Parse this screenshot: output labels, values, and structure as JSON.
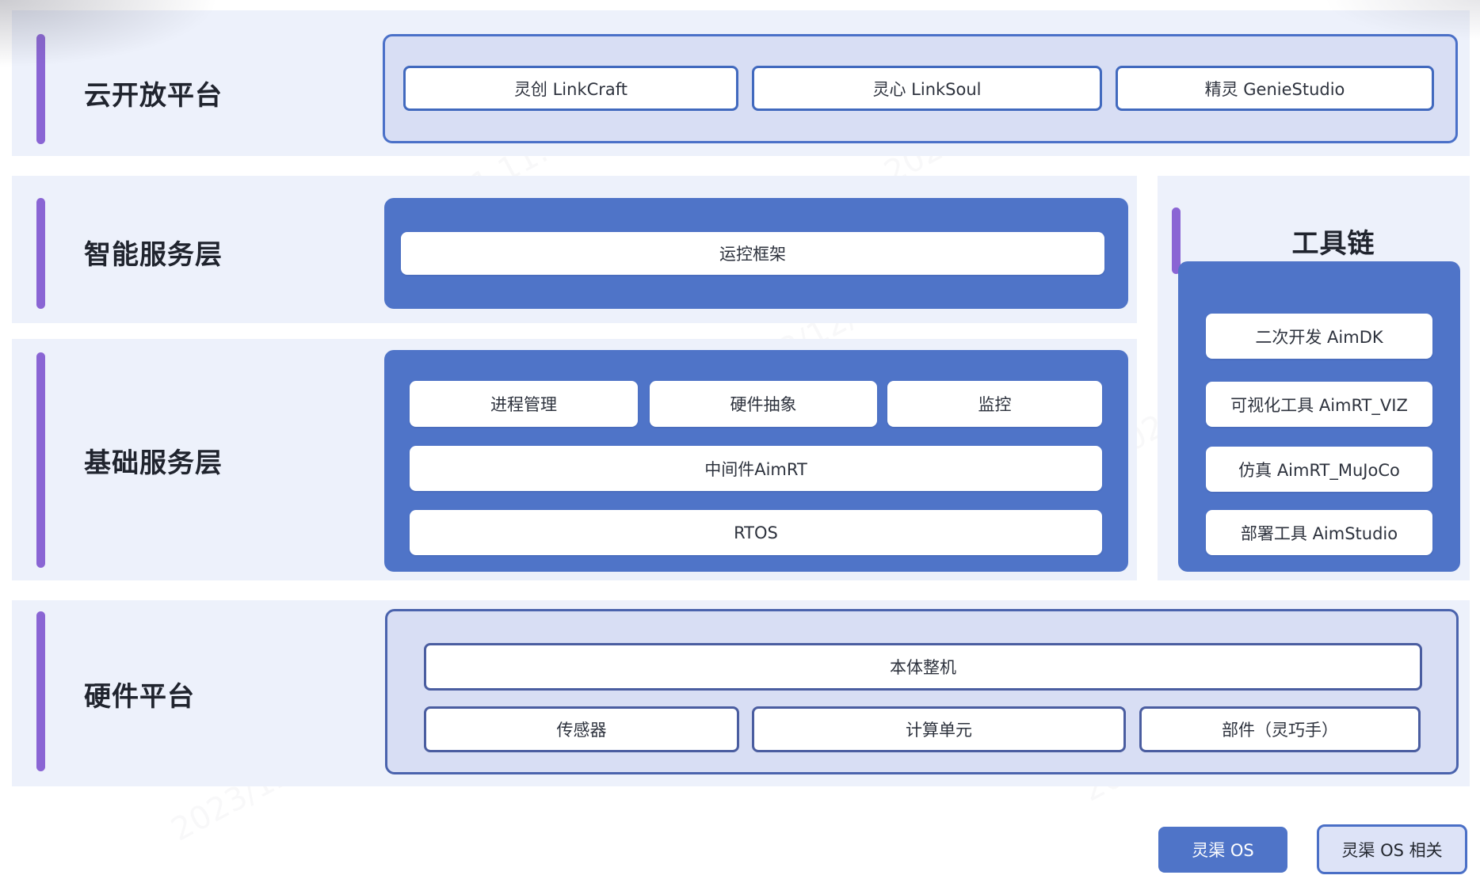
{
  "sections": {
    "cloud": {
      "label": "云开放平台",
      "items": [
        "灵创 LinkCraft",
        "灵心 LinkSoul",
        "精灵 GenieStudio"
      ]
    },
    "intelligent": {
      "label": "智能服务层",
      "items": [
        "运控框架"
      ]
    },
    "toolchain": {
      "label": "工具链",
      "items": [
        "二次开发 AimDK",
        "可视化工具 AimRT_VIZ",
        "仿真 AimRT_MuJoCo",
        "部署工具 AimStudio"
      ]
    },
    "foundation": {
      "label": "基础服务层",
      "row_top": [
        "进程管理",
        "硬件抽象",
        "监控"
      ],
      "row_mid": [
        "中间件AimRT"
      ],
      "row_bottom": [
        "RTOS"
      ]
    },
    "hardware": {
      "label": "硬件平台",
      "row_top": [
        "本体整机"
      ],
      "row_bottom": [
        "传感器",
        "计算单元",
        "部件（灵巧手）"
      ]
    }
  },
  "legend": {
    "os": "灵渠 OS",
    "related": "灵渠 OS 相关"
  },
  "watermark": {
    "text": "2023/12/1 11:42"
  },
  "colors": {
    "blue": "#4f74c8",
    "lavender": "#d8def4",
    "panel_bg": "#edf1fb",
    "accent_purple": "#8a65d4",
    "border_blue": "#4169be",
    "border_navy": "#4a5da0"
  }
}
